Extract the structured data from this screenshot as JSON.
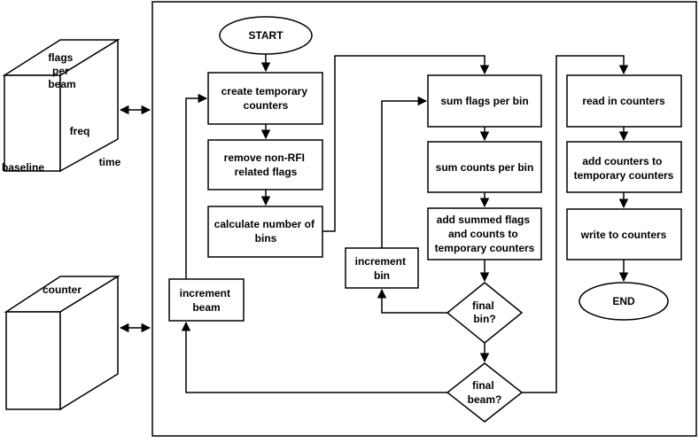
{
  "cubes": {
    "flags": {
      "top": [
        "flags",
        "per",
        "beam"
      ],
      "front": "freq",
      "left": "baseline",
      "right": "time"
    },
    "counter": {
      "top": "counter"
    }
  },
  "nodes": {
    "start": "START",
    "create_temp": [
      "create temporary",
      "counters"
    ],
    "remove_nonrfi": [
      "remove non-RFI",
      "related flags"
    ],
    "calc_bins": [
      "calculate number of",
      "bins"
    ],
    "increment_beam": [
      "increment",
      "beam"
    ],
    "sum_flags": "sum flags per bin",
    "sum_counts": "sum counts per bin",
    "add_summed": [
      "add summed flags",
      "and counts to",
      "temporary counters"
    ],
    "increment_bin": [
      "increment",
      "bin"
    ],
    "final_bin": [
      "final",
      "bin?"
    ],
    "final_beam": [
      "final",
      "beam?"
    ],
    "read_counters": "read in counters",
    "add_counters": [
      "add counters to",
      "temporary counters"
    ],
    "write_counters": "write to counters",
    "end": "END"
  }
}
